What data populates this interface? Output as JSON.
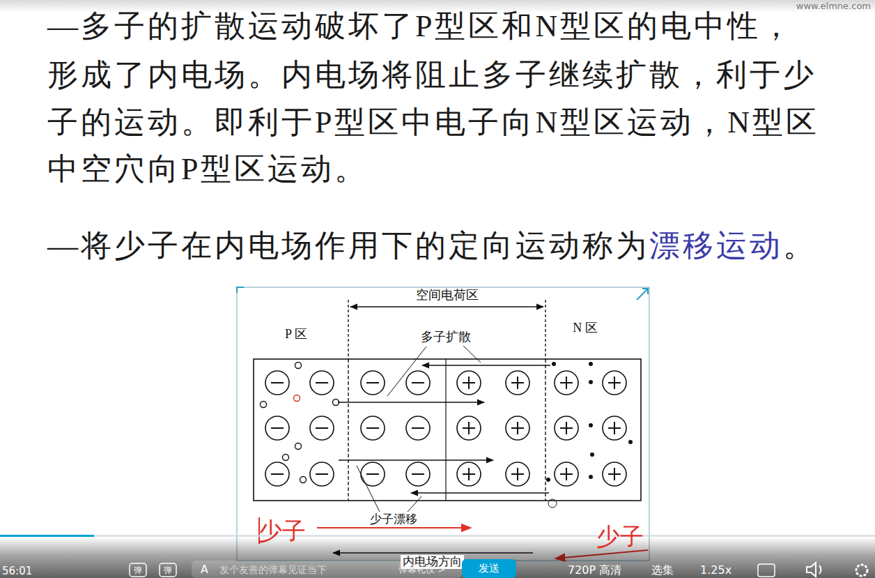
{
  "diagram": {
    "nodes": [
      {
        "text": [
          "发送"
        ]
      }
    ],
    "labels": [
      "—多子的扩散运动破坏了P型区和N型区的电中性，",
      "形成了内电场。内电场将阻止多子继续扩散，利于少",
      "子的运动。即利于P型区中电子向N型区运动，N型区",
      "中空穴向P型区运动。",
      "—将少子在内电场作用下的定向运动称为",
      "漂移运动",
      "。",
      "www.elmne.com",
      "空间电荷区",
      "P 区",
      "多子扩散",
      "N 区",
      "少子漂移",
      "少子",
      "少子",
      "内电场方向",
      "56:01",
      "弹",
      "弹",
      "A",
      "发个友善的弹幕见证当下",
      "弹幕礼仪 >",
      "720P 高清",
      "选集",
      "1.25x"
    ]
  }
}
